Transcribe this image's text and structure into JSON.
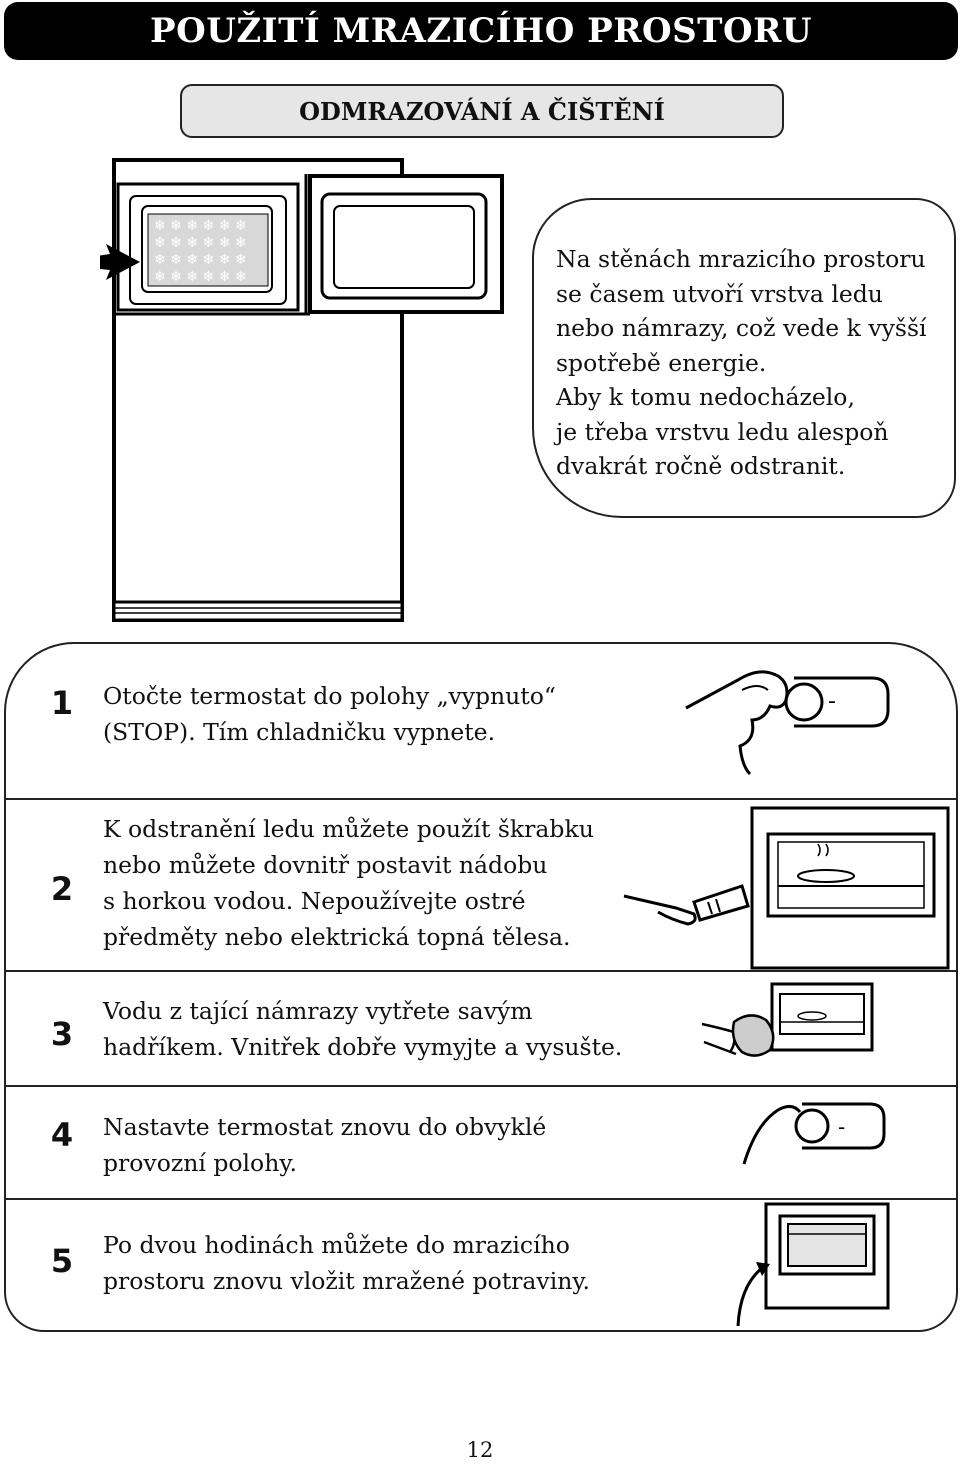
{
  "header": {
    "title": "POUŽITÍ MRAZICÍHO PROSTORU",
    "subtitle": "ODMRAZOVÁNÍ A ČIŠTĚNÍ"
  },
  "intro": {
    "lines": [
      "Na stěnách mrazicího prostoru",
      "se časem utvoří vrstva ledu",
      "nebo námrazy, což vede k vyšší",
      "spotřebě energie.",
      "Aby k tomu nedocházelo,",
      "je třeba vrstvu ledu alespoň",
      "dvakrát ročně odstranit."
    ]
  },
  "steps": [
    {
      "number": "1",
      "lines": [
        "Otočte termostat do polohy „vypnuto“",
        "(STOP). Tím chladničku vypnete."
      ],
      "illustration": "thermostat-hand-icon"
    },
    {
      "number": "2",
      "lines": [
        "K odstranění ledu můžete použít škrabku",
        "nebo můžete dovnitř postavit nádobu",
        "s horkou vodou. Nepoužívejte ostré",
        "předměty nebo elektrická topná tělesa."
      ],
      "illustration": "scraper-freezer-icon"
    },
    {
      "number": "3",
      "lines": [
        "Vodu z tající námrazy vytřete savým",
        "hadříkem. Vnitřek dobře vymyjte a vysušte."
      ],
      "illustration": "cloth-wipe-icon"
    },
    {
      "number": "4",
      "lines": [
        "Nastavte termostat znovu do obvyklé",
        "provozní polohy."
      ],
      "illustration": "thermostat-reset-icon"
    },
    {
      "number": "5",
      "lines": [
        "Po dvou hodinách můžete do mrazicího",
        "prostoru znovu vložit mražené potraviny."
      ],
      "illustration": "freezer-reload-icon"
    }
  ],
  "thermostat_mark": "-",
  "page_number": "12"
}
